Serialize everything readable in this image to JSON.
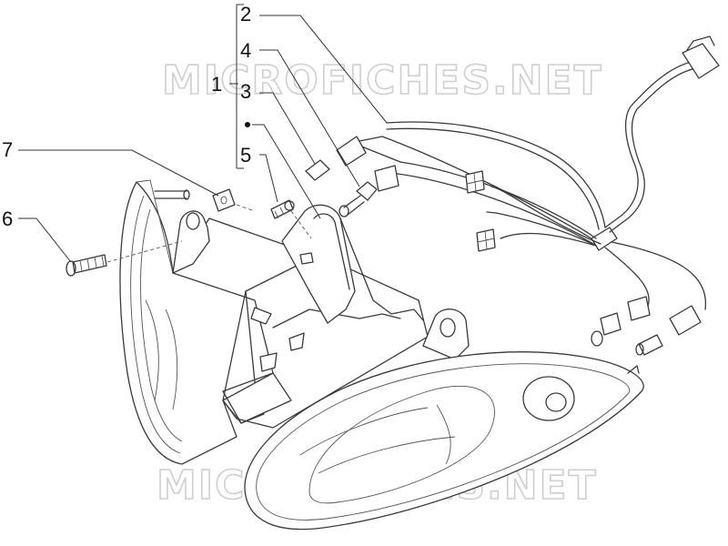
{
  "callouts": {
    "c1": "1",
    "c2": "2",
    "c3": "3",
    "c4": "4",
    "c5": "5",
    "c6": "6",
    "c7": "7"
  },
  "watermark": {
    "text": "MICROFICHES.NET"
  },
  "colors": {
    "line": "#3a3a3a",
    "watermark": "#cfcfcf",
    "background": "#ffffff"
  }
}
